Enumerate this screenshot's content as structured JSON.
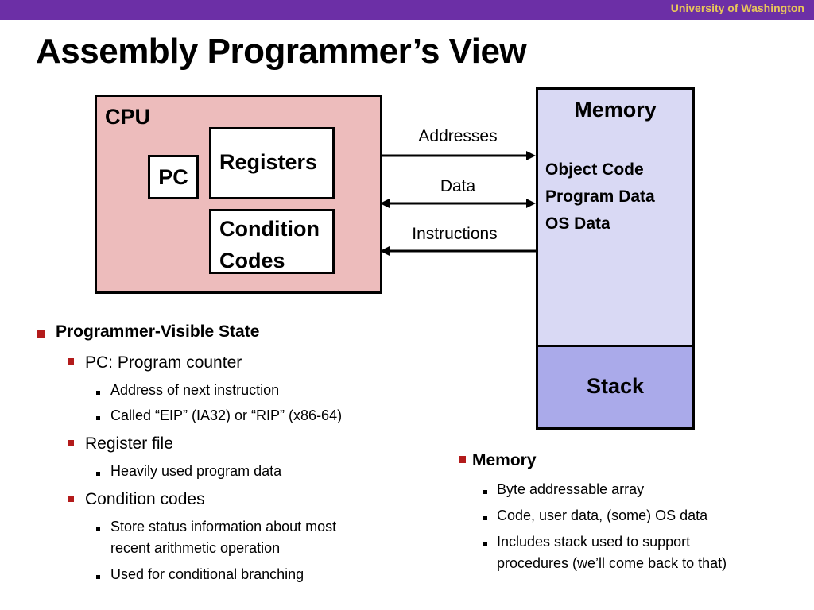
{
  "header": {
    "institution": "University of Washington"
  },
  "slide": {
    "title": "Assembly Programmer’s View"
  },
  "diagram": {
    "cpu": {
      "label": "CPU",
      "pc": "PC",
      "registers": "Registers",
      "condition_codes_line1": "Condition",
      "condition_codes_line2": "Codes"
    },
    "memory": {
      "label": "Memory",
      "items": [
        "Object Code",
        "Program Data",
        "OS Data"
      ],
      "stack": "Stack"
    },
    "connections": {
      "addresses": "Addresses",
      "data": "Data",
      "instructions": "Instructions"
    }
  },
  "left_bullets": {
    "heading": "Programmer-Visible State",
    "pc": "PC: Program counter",
    "pc_sub": [
      "Address of next instruction",
      "Called “EIP” (IA32) or “RIP” (x86-64)"
    ],
    "regfile": "Register file",
    "regfile_sub": [
      "Heavily used program data"
    ],
    "cc": "Condition codes",
    "cc_sub1_line1": "Store status information about most",
    "cc_sub1_line2": "recent arithmetic operation",
    "cc_sub2": "Used for conditional branching"
  },
  "right_bullets": {
    "heading": "Memory",
    "sub": [
      "Byte addressable array",
      "Code, user data, (some) OS data"
    ],
    "sub3_line1": "Includes stack used to support",
    "sub3_line2": "procedures (we’ll come back to that)"
  },
  "colors": {
    "header_bar": "#6c2fa6",
    "header_text": "#e8c65a",
    "cpu_fill": "#edbcbc",
    "memory_fill": "#d9d9f4",
    "stack_fill": "#aaaaea",
    "bullet_marker": "#b31b1b"
  }
}
